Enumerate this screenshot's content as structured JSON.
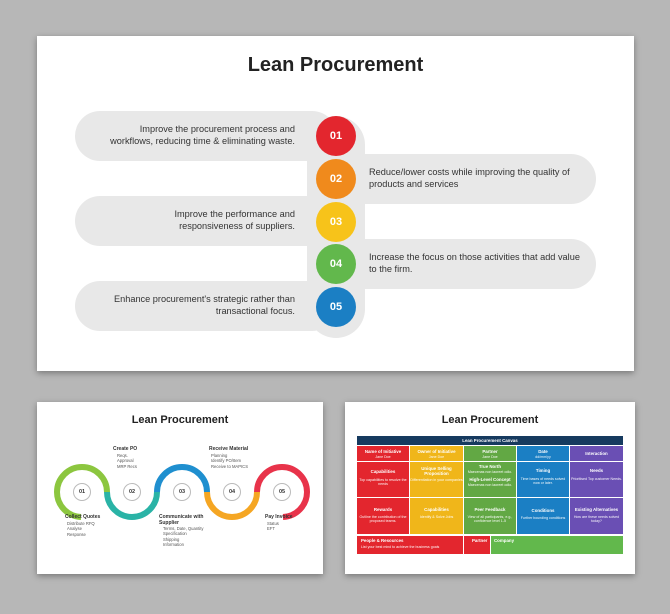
{
  "main": {
    "title": "Lean Procurement",
    "items": [
      {
        "num": "01",
        "text": "Improve the procurement process and workflows, reducing time & eliminating waste.",
        "color": "#e3262e"
      },
      {
        "num": "02",
        "text": "Reduce/lower costs while improving the quality of products and services",
        "color": "#f08a1c"
      },
      {
        "num": "03",
        "text": "Improve the performance and responsiveness of suppliers.",
        "color": "#f7c31a"
      },
      {
        "num": "04",
        "text": "Increase the focus on those activities that add value to the firm.",
        "color": "#62b84c"
      },
      {
        "num": "05",
        "text": "Enhance procurement's strategic rather than transactional focus.",
        "color": "#1b7fc4"
      }
    ]
  },
  "flow": {
    "title": "Lean Procurement",
    "steps": [
      {
        "num": "01",
        "heading": "Collect Quotes",
        "lines": [
          "Distribute RFQ",
          "Analyse",
          "Response"
        ],
        "color": "#8cc63f"
      },
      {
        "num": "02",
        "heading": "Create PO",
        "lines": [
          "Reqs.",
          "Approval",
          "MRP Recs"
        ],
        "color": "#2ab3a6"
      },
      {
        "num": "03",
        "heading": "Communicate with Supplier",
        "lines": [
          "Terms, Date, Quantity",
          "Specification",
          "Shipping",
          "Information"
        ],
        "color": "#1f8fcf"
      },
      {
        "num": "04",
        "heading": "Receive Material",
        "lines": [
          "Planning",
          "Identify PO/Item",
          "Receive to MAPICS"
        ],
        "color": "#f5a623"
      },
      {
        "num": "05",
        "heading": "Pay Invoice",
        "lines": [
          "Status",
          "EFT"
        ],
        "color": "#e8334a"
      }
    ]
  },
  "canvas": {
    "title": "Lean Procurement",
    "header": "Lean Procurement Canvas",
    "top_row": [
      {
        "heading": "Name of Initiative",
        "text": "Jane Doe",
        "color": "#e3262e"
      },
      {
        "heading": "Owner of Initiative",
        "text": "Jane Doe",
        "color": "#f0b61a"
      },
      {
        "heading": "Partner",
        "text": "Jane Doe",
        "color": "#62a844"
      },
      {
        "heading": "Date",
        "text": "dd/mm/yy",
        "color": "#1b7fc4"
      },
      {
        "heading": "Interaction",
        "text": "",
        "color": "#6a4fb4"
      }
    ],
    "mid_row": [
      {
        "heading": "Capabilities",
        "text": "Top capabilities to resolve the needs",
        "color": "#e3262e"
      },
      {
        "heading": "Unique Selling Proposition",
        "text": "Differentiation in your companies",
        "color": "#f0b61a"
      },
      {
        "heading": "True North",
        "text": "Maecenas non laoreet odio.",
        "heading2": "High-Level Concept",
        "text2": "Maecenas non laoreet odio.",
        "color": "#62a844"
      },
      {
        "heading": "Timing",
        "text": "Time bases of needs solved now or later.",
        "color": "#1b7fc4"
      },
      {
        "heading": "Needs",
        "text": "Prioritised Top customer Needs.",
        "color": "#6a4fb4"
      }
    ],
    "low_row": [
      {
        "heading": "Rewards",
        "text": "Outline the contribution of the proposed teams.",
        "color": "#e3262e"
      },
      {
        "heading": "Capabilities",
        "text": "Identify & Solve Jobs",
        "color": "#f0b61a"
      },
      {
        "heading": "Peer Feedback",
        "text": "View of all participants, e.g., confidence level 1-5",
        "color": "#62a844"
      },
      {
        "heading": "Conditions",
        "text": "Further bounding conditions",
        "color": "#1b7fc4"
      },
      {
        "heading": "Existing Alternatives",
        "text": "How are these needs solved today?",
        "color": "#6a4fb4"
      }
    ],
    "bottom_row": [
      {
        "heading": "People & Resources",
        "text": "List your best mind to achieve the business goals",
        "color": "#e3262e"
      },
      {
        "heading": "Partner",
        "text": "",
        "color": "#e3262e"
      },
      {
        "heading": "Company",
        "text": "",
        "color": "#62b84c"
      }
    ],
    "header_color": "#163a5f"
  }
}
